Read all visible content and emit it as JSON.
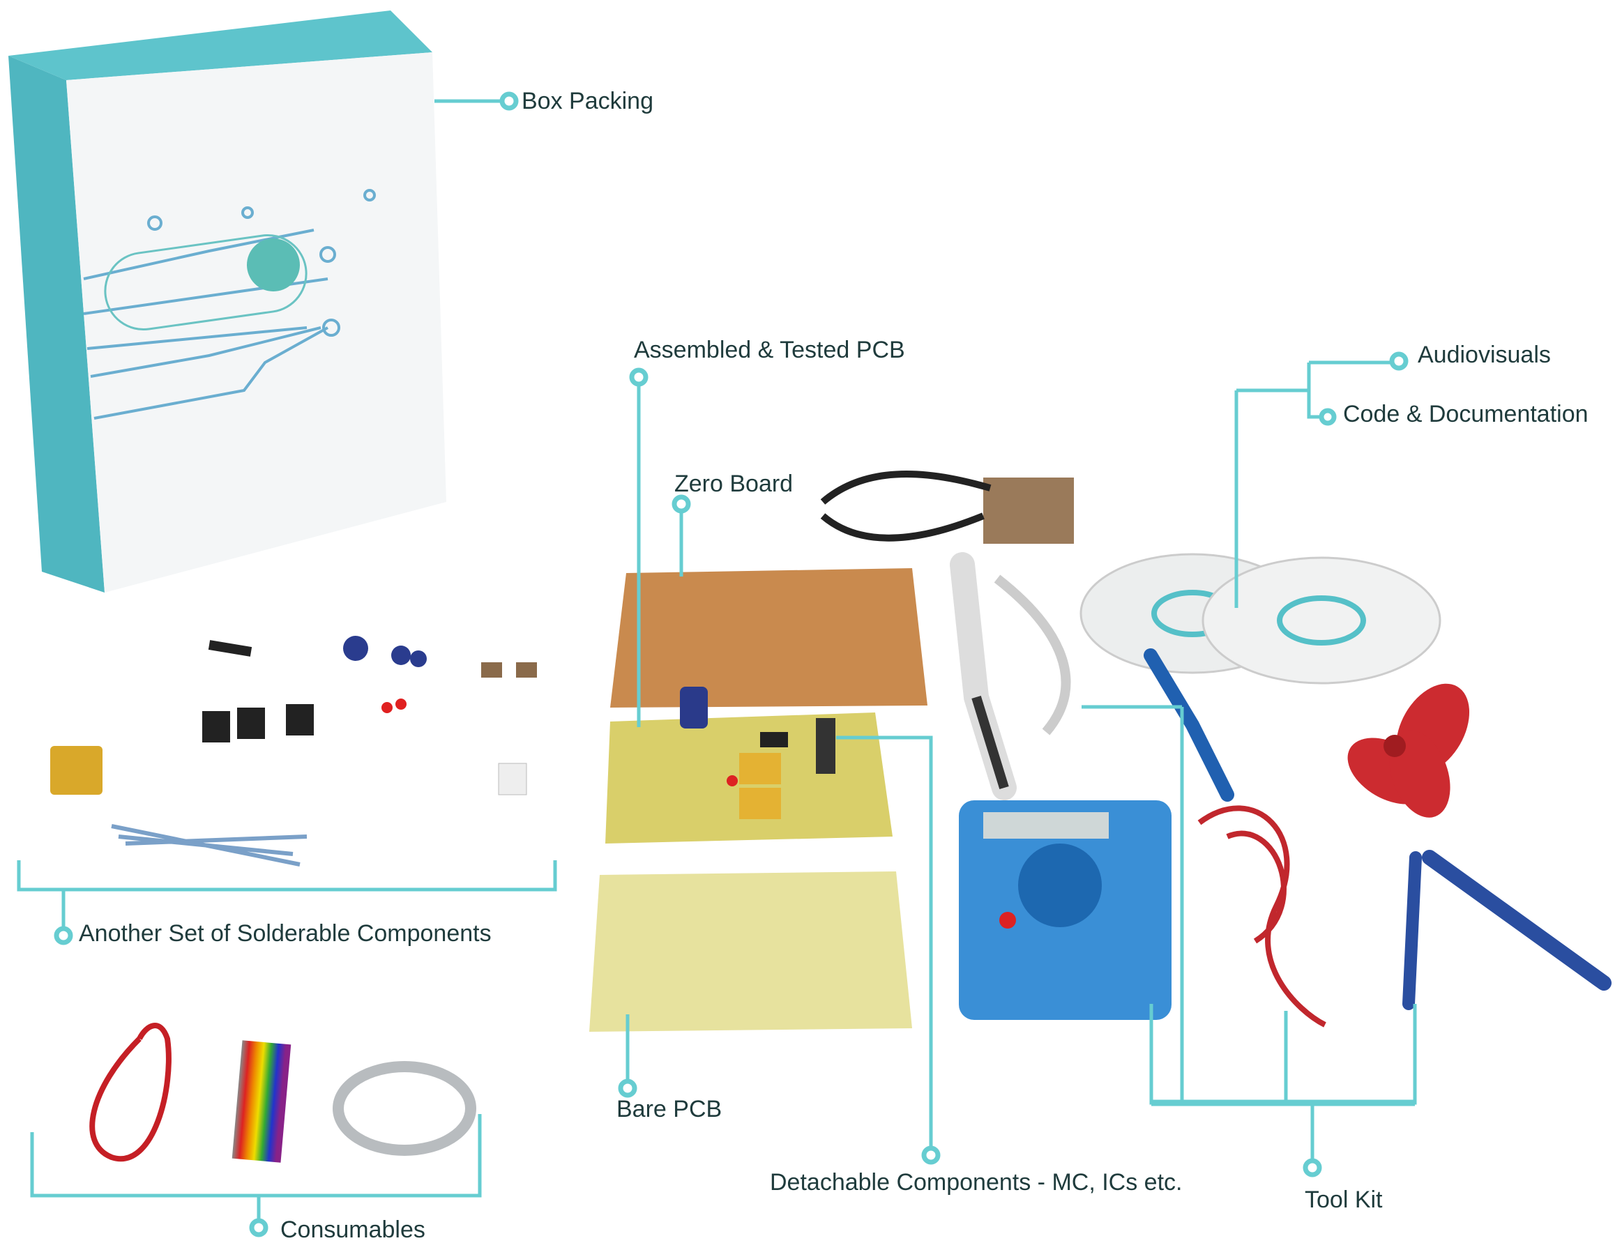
{
  "labels": {
    "box_packing": "Box Packing",
    "assembled_pcb": "Assembled & Tested PCB",
    "zero_board": "Zero Board",
    "audiovisuals": "Audiovisuals",
    "code_documentation": "Code & Documentation",
    "solderable_components": "Another Set of Solderable Components",
    "consumables": "Consumables",
    "bare_pcb": "Bare PCB",
    "detachable_components": "Detachable Components - MC, ICs etc.",
    "tool_kit": "Tool Kit"
  },
  "colors": {
    "accent": "#66cdd1",
    "text": "#1f3b3c"
  }
}
